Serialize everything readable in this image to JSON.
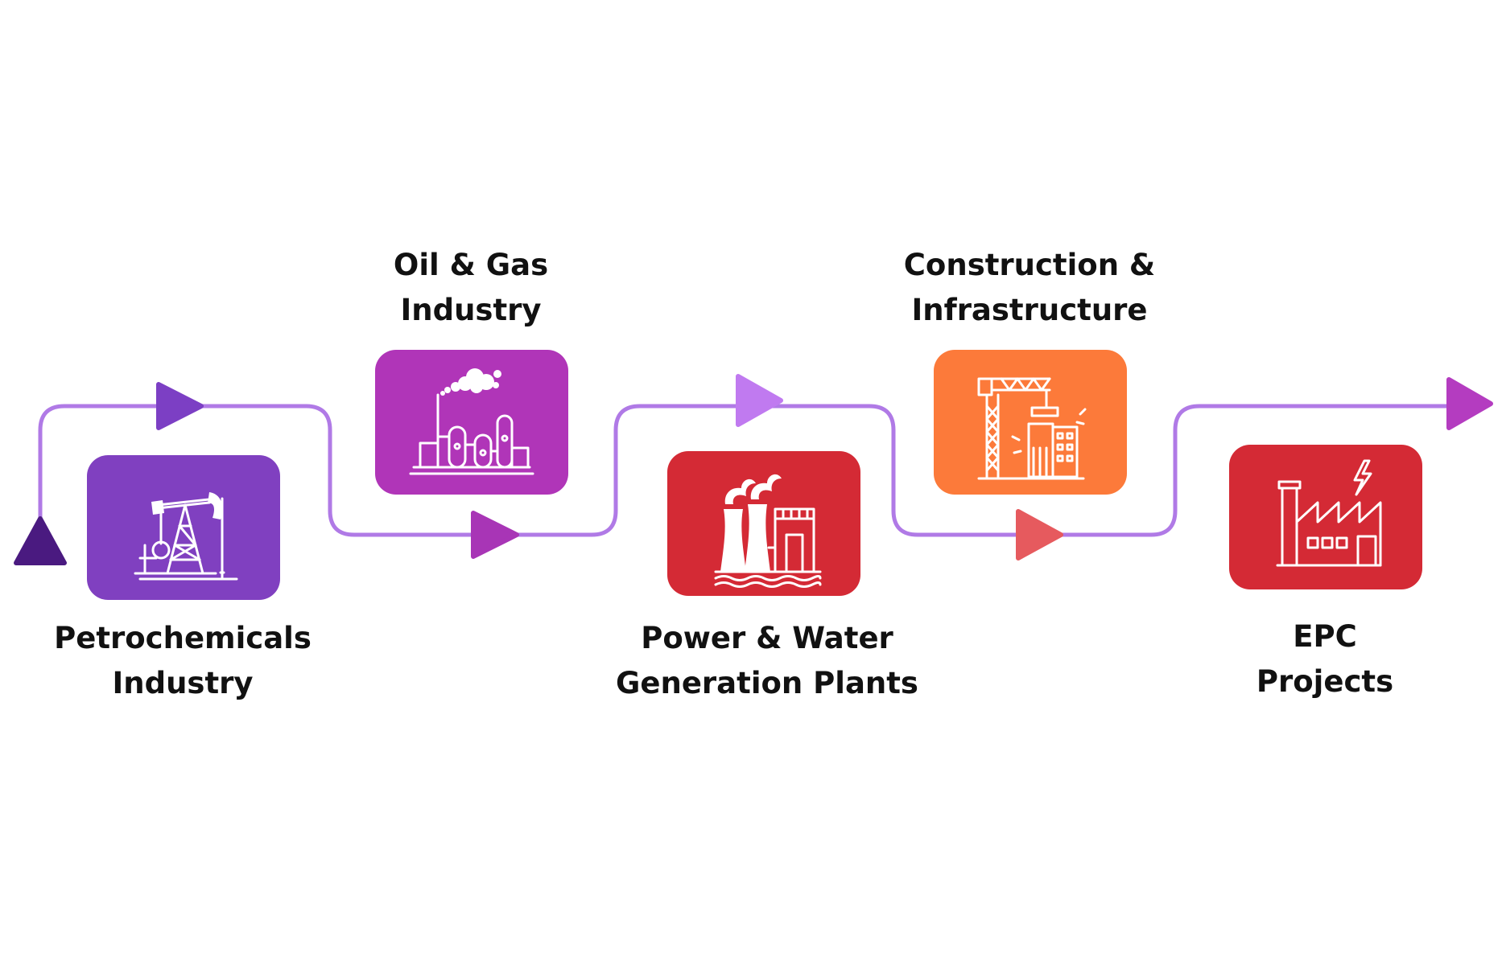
{
  "diagram": {
    "path_color": "#b07ae6",
    "start_marker_color": "#4a1a80",
    "steps": [
      {
        "label_lines": [
          "Petrochemicals",
          "Industry"
        ],
        "icon": "oil-pump-icon",
        "color": "#8040c0",
        "arrow_color": "#7c3fc4"
      },
      {
        "label_lines": [
          "Oil & Gas",
          "Industry"
        ],
        "icon": "refinery-icon",
        "color": "#b035b8",
        "arrow_color": "#a835b6"
      },
      {
        "label_lines": [
          "Power & Water",
          "Generation Plants"
        ],
        "icon": "power-plant-icon",
        "color": "#d42a35",
        "arrow_color": "#c07af0"
      },
      {
        "label_lines": [
          "Construction &",
          "Infrastructure"
        ],
        "icon": "construction-crane-icon",
        "color": "#fc7a3a",
        "arrow_color": "#e65a5e"
      },
      {
        "label_lines": [
          "EPC",
          "Projects"
        ],
        "icon": "factory-icon",
        "color": "#d42a35",
        "arrow_color": "#b43cc0"
      }
    ]
  }
}
